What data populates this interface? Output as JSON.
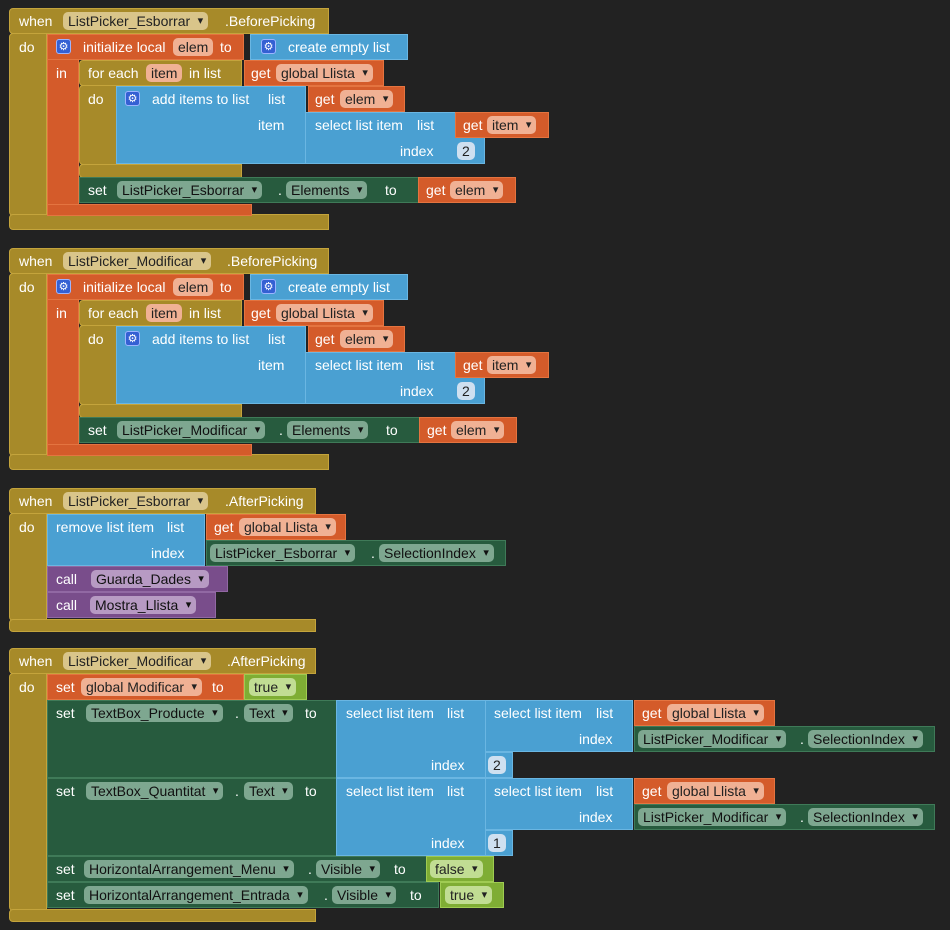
{
  "labels": {
    "when": "when",
    "do": "do",
    "in": "in",
    "set": "set",
    "to": "to",
    "get": "get",
    "call": "call",
    "list": "list",
    "item": "item",
    "index": "index",
    "dot": ".",
    "gear": "⚙",
    "initialize_local": "initialize local",
    "create_empty_list": "create empty list",
    "for_each": "for each",
    "in_list": "in list",
    "add_items_to_list": "add items to list",
    "select_list_item": "select list item",
    "remove_list_item": "remove list item"
  },
  "values": {
    "elem": "elem",
    "item": "item",
    "global_llista": "global Llista",
    "global_modificar": "global Modificar",
    "elements": "Elements",
    "selection_index": "SelectionIndex",
    "text": "Text",
    "visible": "Visible",
    "true": "true",
    "false": "false",
    "n2": "2",
    "n1": "1"
  },
  "components": {
    "lp_esborrar": "ListPicker_Esborrar",
    "lp_modificar": "ListPicker_Modificar",
    "tb_producte": "TextBox_Producte",
    "tb_quantitat": "TextBox_Quantitat",
    "ha_menu": "HorizontalArrangement_Menu",
    "ha_entrada": "HorizontalArrangement_Entrada"
  },
  "events": {
    "before_picking": ".BeforePicking",
    "after_picking": ".AfterPicking"
  },
  "procedures": {
    "guarda_dades": "Guarda_Dades",
    "mostra_llista": "Mostra_Llista"
  },
  "colors": {
    "background": "#222222",
    "event": "#a78a29",
    "local_variable": "#d45b2a",
    "list": "#4aa0d2",
    "component": "#275b3e",
    "procedure": "#794d8b",
    "logic": "#7fad34"
  }
}
